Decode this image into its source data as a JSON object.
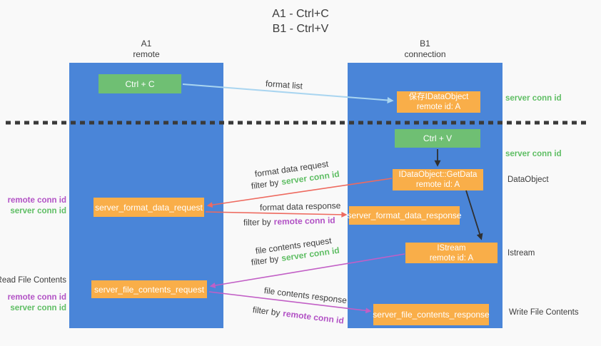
{
  "title": {
    "line1": "A1 - Ctrl+C",
    "line2": "B1 - Ctrl+V"
  },
  "lanes": {
    "left": {
      "name": "A1",
      "subtitle": "remote"
    },
    "right": {
      "name": "B1",
      "subtitle": "connection"
    }
  },
  "nodes": {
    "ctrl_c": {
      "label": "Ctrl + C"
    },
    "ctrl_v": {
      "label": "Ctrl + V"
    },
    "save_idataobject": {
      "line1": "保存IDataObject",
      "line2": "remote id: A"
    },
    "getdata": {
      "line1": "IDataObject::GetData",
      "line2": "remote id: A"
    },
    "istream": {
      "line1": "IStream",
      "line2": "remote id: A"
    },
    "format_request": {
      "label": "server_format_data_request"
    },
    "format_response": {
      "label": "server_format_data_response"
    },
    "file_request": {
      "label": "server_file_contents_request"
    },
    "file_response": {
      "label": "server_file_contents_response"
    }
  },
  "edge_labels": {
    "format_list": "format list",
    "format_data_request": "format data request",
    "format_data_response": "format data response",
    "file_contents_request": "file contents request",
    "file_contents_response": "file contents response",
    "filter_by": "filter by"
  },
  "annotations": {
    "server_conn_id": "server conn id",
    "remote_conn_id": "remote conn id",
    "dataobject": "DataObject",
    "istream": "Istream",
    "read_file_contents": "Read File Contents",
    "write_file_contents": "Write File Contents"
  },
  "colors": {
    "lane_blue": "#4a85d8",
    "box_green": "#6fbf73",
    "box_orange": "#f9ae49",
    "green_text": "#5fbe64",
    "purple_text": "#b252c5",
    "red_arrow": "#ee6a5f",
    "magenta_arrow": "#c25fc6",
    "blue_arrow": "#a9d5f0",
    "black_arrow": "#2f2f2f",
    "dotted_divider": "#3a3a3a",
    "text_dark": "#3c3c3c",
    "background": "#f9f9f9"
  }
}
